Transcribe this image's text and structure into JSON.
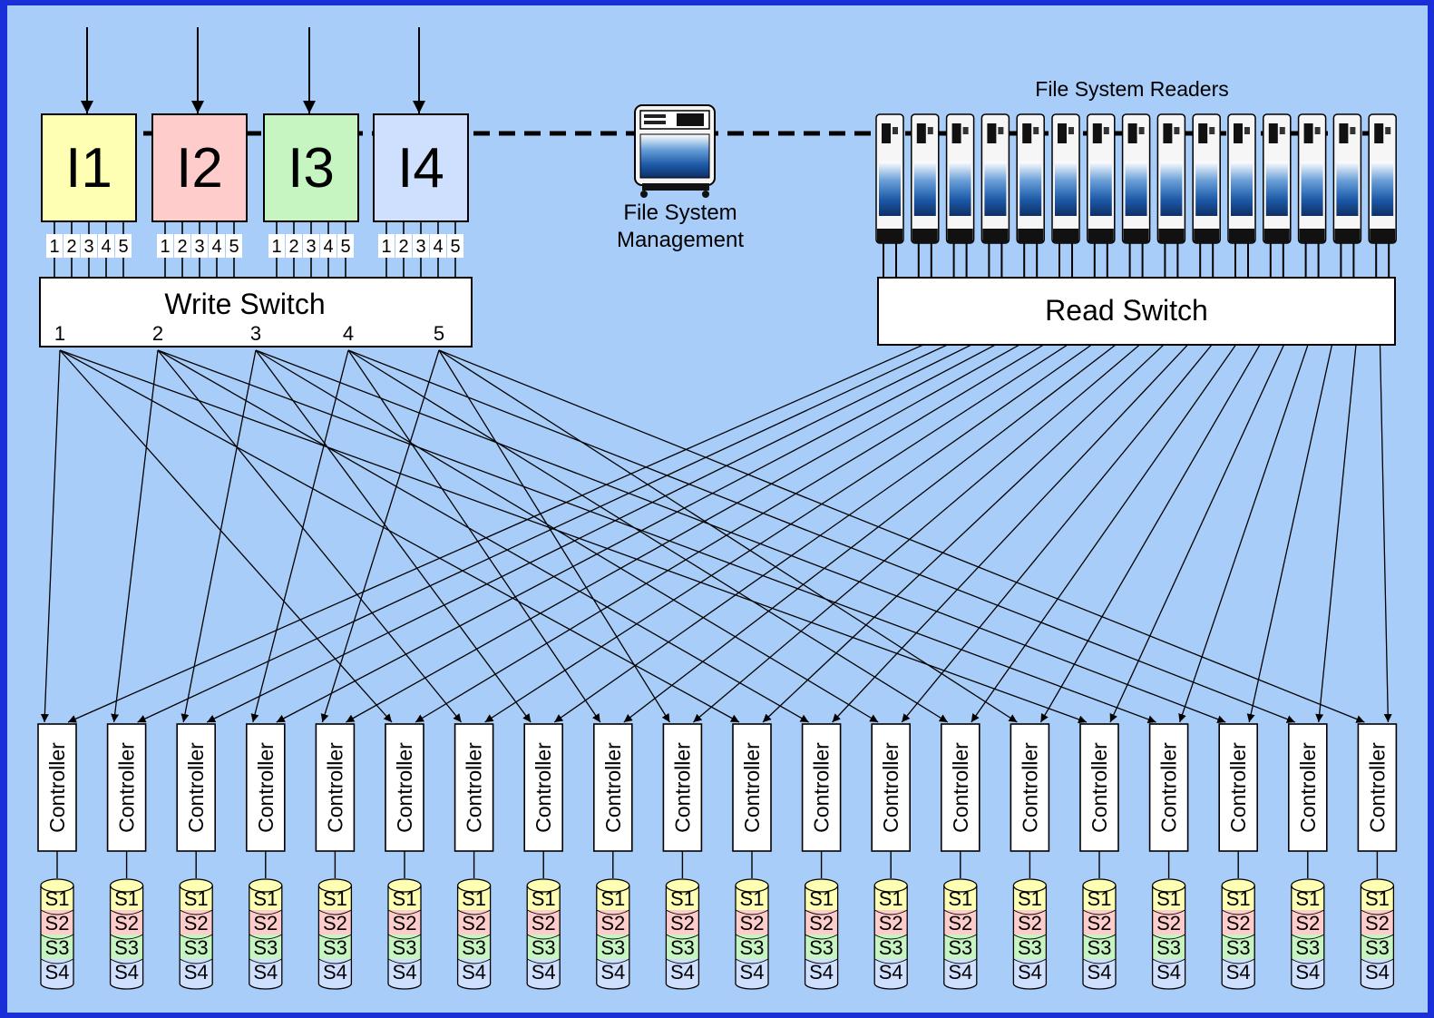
{
  "ingest_nodes": [
    {
      "label": "I1",
      "color": "#ffffb3",
      "ports": [
        "1",
        "2",
        "3",
        "4",
        "5"
      ]
    },
    {
      "label": "I2",
      "color": "#ffcccc",
      "ports": [
        "1",
        "2",
        "3",
        "4",
        "5"
      ]
    },
    {
      "label": "I3",
      "color": "#c6f5c1",
      "ports": [
        "1",
        "2",
        "3",
        "4",
        "5"
      ]
    },
    {
      "label": "I4",
      "color": "#cfe0ff",
      "ports": [
        "1",
        "2",
        "3",
        "4",
        "5"
      ]
    }
  ],
  "write_switch": {
    "label": "Write Switch",
    "ports": [
      "1",
      "2",
      "3",
      "4",
      "5"
    ]
  },
  "read_switch": {
    "label": "Read Switch"
  },
  "fs_management": {
    "line1": "File System",
    "line2": "Management"
  },
  "fs_readers": {
    "title": "File System Readers",
    "count": 15
  },
  "controllers": {
    "label": "Controller",
    "count": 20
  },
  "storage_stack": [
    {
      "label": "S1",
      "color": "#ffffb3"
    },
    {
      "label": "S2",
      "color": "#ffcccc"
    },
    {
      "label": "S3",
      "color": "#c6f5c1"
    },
    {
      "label": "S4",
      "color": "#cfe0ff"
    }
  ],
  "colors": {
    "background": "#a9cdf9",
    "border": "#1a2fd8"
  }
}
